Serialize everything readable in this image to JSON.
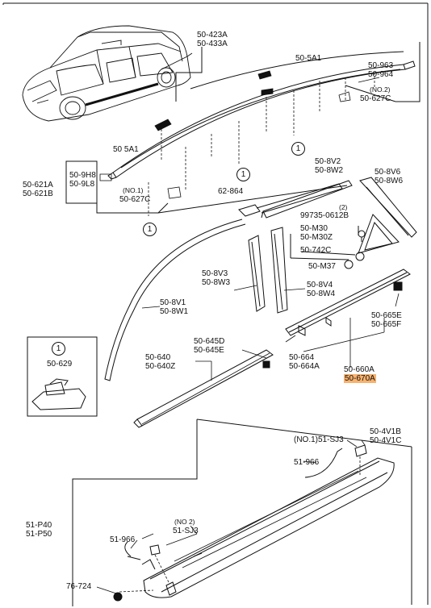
{
  "diagram": {
    "callout_marker": "1",
    "labels": {
      "p423": "50-423A",
      "p433": "50-433A",
      "p5a1_top": "50-5A1",
      "p963": "50-963",
      "p964": "50-964",
      "no2_a": "(NO.2)",
      "p627c_a": "50-627C",
      "p5a1_left": "50 5A1",
      "p621a": "50-621A",
      "p621b": "50-621B",
      "p9h8": "50-9H8",
      "p9l8": "50-9L8",
      "no1_a": "(NO.1)",
      "p627c_b": "50-627C",
      "p62864": "62-864",
      "p8v2": "50-8V2",
      "p8w2": "50-8W2",
      "p8v6": "50-8V6",
      "p8w6": "50-8W6",
      "n2": "(2)",
      "p99735": "99735-0612B",
      "pm30": "50-M30",
      "pm30z": "50-M30Z",
      "p742c": "50-742C",
      "pm37": "50-M37",
      "p8v3": "50-8V3",
      "p8w3": "50-8W3",
      "p8v4": "50-8V4",
      "p8w4": "50-8W4",
      "p8v1": "50-8V1",
      "p8w1": "50-8W1",
      "p665e": "50-665E",
      "p665f": "50-665F",
      "p629": "50-629",
      "p645d": "50-645D",
      "p645e": "50-645E",
      "p640": "50-640",
      "p640z": "50-640Z",
      "p664": "50-664",
      "p664a": "50-664A",
      "p660a": "50-660A",
      "p670a": "50-670A",
      "no1_sj3": "(NO.1)51-SJ3",
      "p4v1b": "50-4V1B",
      "p4v1c": "50-4V1C",
      "p51966_a": "51-966",
      "p51p40": "51-P40",
      "p51p50": "51-P50",
      "no2_b": "(NO 2)",
      "p51sj3": "51-SJ3",
      "p51966_b": "51-966",
      "p76724": "76-724"
    },
    "highlight_color": "#f7b26e"
  }
}
